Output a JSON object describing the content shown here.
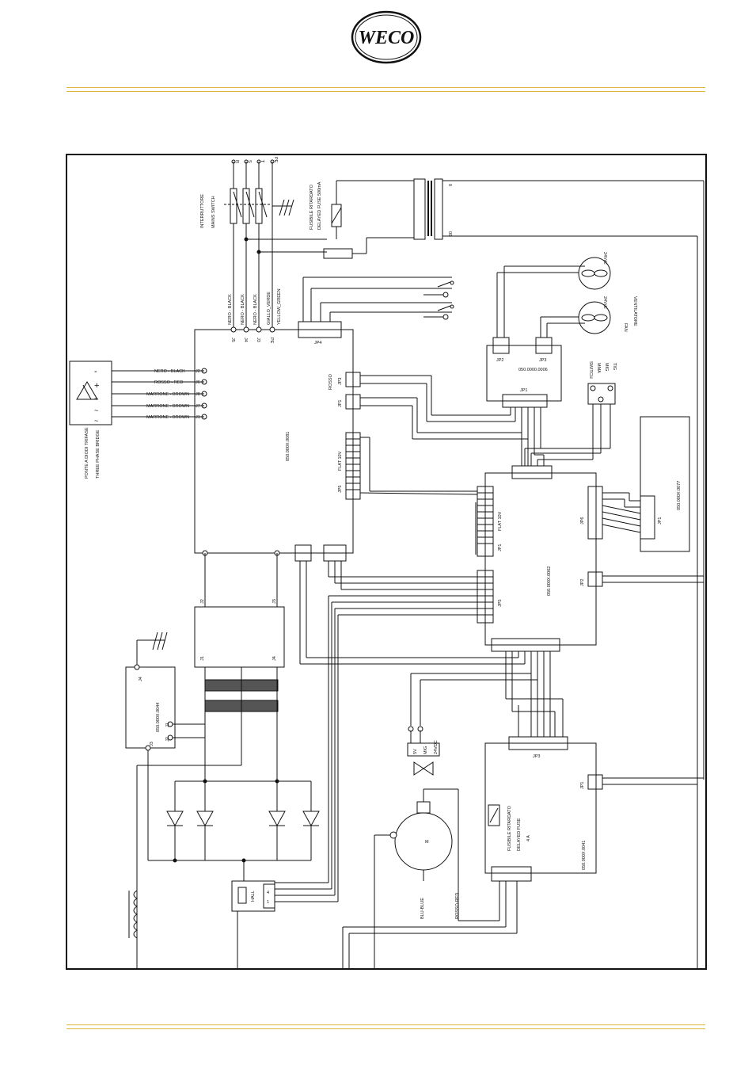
{
  "header": {
    "logo_text": "WECO"
  },
  "colors": {
    "rule": "#e0b640",
    "ink": "#111111"
  },
  "labels": {
    "mains_switch_it": "INTERRUTTORE",
    "mains_switch_en": "MAINS SWITCH",
    "phase_r": "R",
    "phase_s": "S",
    "phase_t": "T",
    "phase_pe": "PE",
    "fuse_it": "FUSIBILE RITARDATO",
    "fuse_en": "DELAYED FUSE 500mA",
    "transformer_in": "0",
    "transformer_out": "00",
    "wire_nero_1": "NERO - BLACK",
    "wire_nero_2": "NERO - BLACK",
    "wire_nero_3": "NERO - BLACK",
    "wire_giallo_verde": "GIALLO_VERDE",
    "wire_yellow_green": "YELLOW_GREEN",
    "terminal_j5": "J5",
    "terminal_j4": "J4",
    "terminal_j3": "J3",
    "terminal_pe": "PE",
    "bridge_it": "PONTE A DIODI TRIFASE",
    "bridge_en": "THREE PHASE BRIDGE",
    "bridge_wire_1": "NERO - BLACK",
    "bridge_wire_2": "ROSSO - RED",
    "bridge_wire_3": "MARRONE - BROWN",
    "bridge_wire_4": "MARRONE - BROWN",
    "bridge_wire_5": "MARRONE - BROWN",
    "bridge_term_j2": "J2",
    "bridge_term_j6": "J6",
    "bridge_term_j8": "J8",
    "bridge_term_j7": "J7",
    "bridge_term_j1": "J1",
    "board_main": "050.000X.0081",
    "main_jp4": "JP4",
    "main_jp3": "JP3",
    "main_jp1": "JP1",
    "main_jp5": "JP5",
    "main_rosso": "ROSSO",
    "main_flat": "FLAT 10V",
    "board_fan": "050.0000.0006",
    "fan_jp2": "JP2",
    "fan_jp3": "JP3",
    "fan_jp1": "JP1",
    "fan_it": "VENTILATORE",
    "fan_en": "FAN",
    "fan_volt_1": "24Vdc",
    "fan_volt_2": "24Vdc",
    "switch_title": "SWITCH",
    "switch_mma": "MMA",
    "switch_mig": "MIG",
    "switch_tig": "TIG",
    "board_ctrl": "050.000X.0062",
    "ctrl_jp1": "JP1",
    "ctrl_flat": "FLAT 10V",
    "ctrl_jp5": "JP5",
    "ctrl_jp6": "JP6",
    "ctrl_jp2": "JP2",
    "board_panel": "050.000X.0077",
    "panel_jp1": "JP1",
    "board_hf": "050.000X.0044",
    "hf_j4": "J4",
    "hf_j1": "J1",
    "hf_j2": "J2",
    "hf_j3": "J3",
    "out_j2": "J2",
    "out_j3": "J3",
    "out_j1": "J1",
    "out_j4": "J4",
    "valve_5v": "5V",
    "valve_mig": "MIG",
    "valve_24vdc": "24VDC",
    "board_motor": "050.000X.0041",
    "motor_jp3": "JP3",
    "motor_jp1": "JP1",
    "motor_fuse_it": "FUSIBILE RITARDATO",
    "motor_fuse_en": "DELAYED FUSE",
    "motor_fuse_amp": "4 A",
    "motor_m": "M",
    "wire_blu": "BLU-BLUE",
    "wire_rosso_red": "ROSSO-RED",
    "hall": "HALL",
    "hall_pin_4": "4",
    "hall_pin_1": "1"
  }
}
